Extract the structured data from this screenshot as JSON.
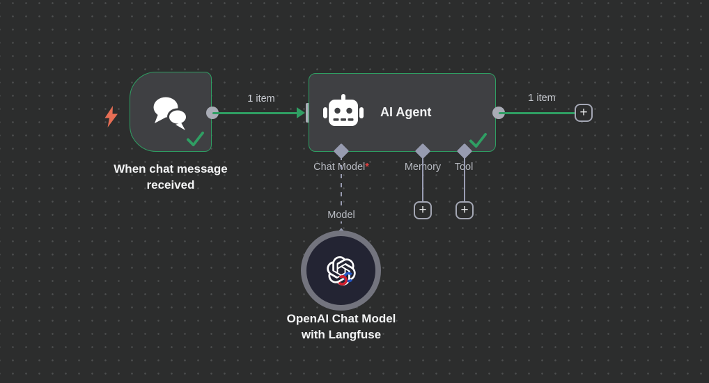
{
  "canvas": {
    "background_color": "#2c2d2d",
    "grid_dot_color": "#4e4f50"
  },
  "colors": {
    "node_fill": "#3f4043",
    "success_green": "#2f9e63",
    "endpoint_gray": "#a9acb6",
    "diamond_gray": "#979bb0",
    "connector_line_gray": "#9a9db3",
    "label_gray": "#b7bac1",
    "title_white": "#f2f3f4",
    "required_red": "#e0403f",
    "trigger_bolt_coral": "#e76e55",
    "model_circle_fill": "#232433",
    "model_circle_ring": "#73747e",
    "langfuse_blue": "#2456c4",
    "langfuse_red": "#d0202f"
  },
  "trigger_node": {
    "title_lines": [
      "When chat message",
      "received"
    ],
    "icon": "chat-bubbles",
    "status": "success"
  },
  "agent_node": {
    "title": "AI Agent",
    "icon": "robot",
    "status": "success",
    "sub_ports": [
      {
        "label": "Chat Model",
        "required_mark": "*"
      },
      {
        "label": "Memory",
        "required_mark": ""
      },
      {
        "label": "Tool",
        "required_mark": ""
      }
    ]
  },
  "model_node": {
    "title_lines": [
      "OpenAI Chat Model",
      "with Langfuse"
    ],
    "port_label": "Model",
    "icon": "openai-logo-with-langfuse-knot"
  },
  "connections": [
    {
      "from": "trigger",
      "to": "agent",
      "label": "1 item"
    },
    {
      "from": "agent",
      "to": "add-node",
      "label": "1 item"
    }
  ],
  "plus_button_label": "+"
}
